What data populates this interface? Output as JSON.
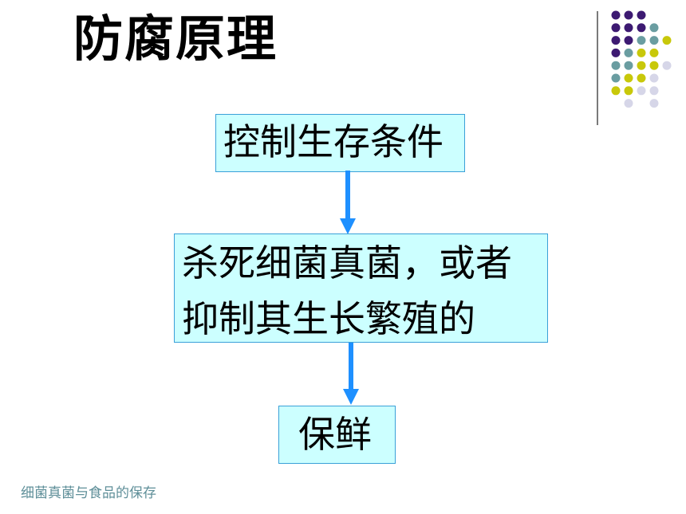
{
  "slide": {
    "title": "防腐原理",
    "footer": "细菌真菌与食品的保存"
  },
  "flowchart": {
    "step1": "控制生存条件",
    "step2": "杀死细菌真菌，或者抑制其生长繁殖的",
    "step3": "保鲜"
  },
  "colors": {
    "box_fill": "#ccffff",
    "box_border": "#3aa0d8",
    "arrow": "#1e90ff",
    "dot_purple": "#3d1a72",
    "dot_teal": "#6a9da1",
    "dot_yellow": "#c8c80a",
    "dot_lavender": "#d6d6e8"
  }
}
